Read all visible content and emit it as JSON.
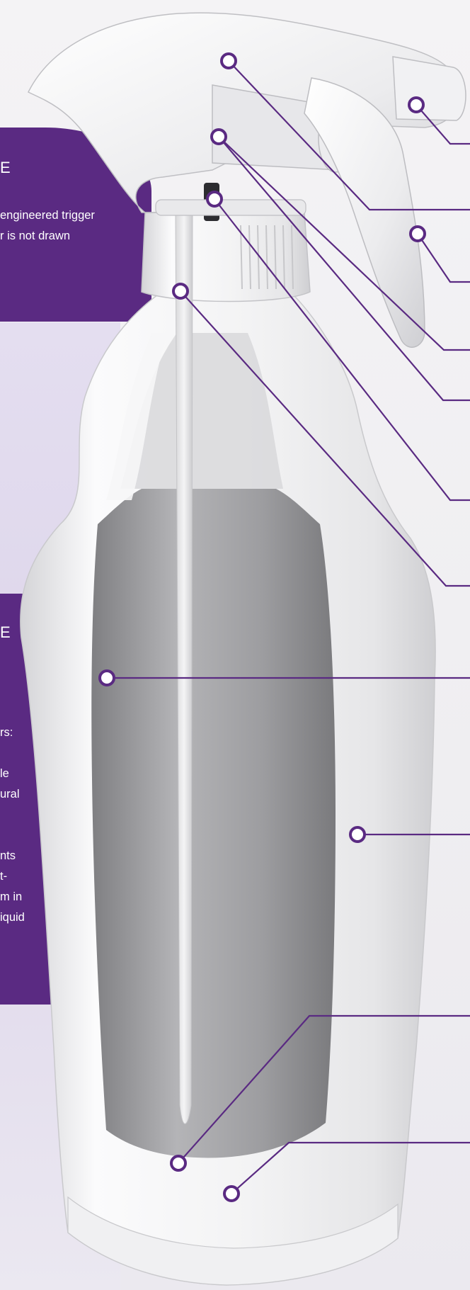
{
  "panels": {
    "top": {
      "heading": "E",
      "line1": "engineered trigger",
      "line2": "r is not drawn"
    },
    "bottom": {
      "heading": "E",
      "line1": "rs:",
      "line2": "le",
      "line3": "ural",
      "line4": "nts",
      "line5": "t-",
      "line6": "m in",
      "line7": "iquid"
    }
  },
  "colors": {
    "accent": "#5a2a82",
    "bottle": "#f7f7f8",
    "liquid": "#9a9a9c"
  },
  "callouts": [
    {
      "name": "callout-nozzle-tip"
    },
    {
      "name": "callout-trigger-head"
    },
    {
      "name": "callout-trigger-lever"
    },
    {
      "name": "callout-pump-chamber-a"
    },
    {
      "name": "callout-pump-chamber-b"
    },
    {
      "name": "callout-dip-tube-top"
    },
    {
      "name": "callout-bottle-neck"
    },
    {
      "name": "callout-liquid-fill"
    },
    {
      "name": "callout-bottle-wall"
    },
    {
      "name": "callout-dip-tube-bottom"
    },
    {
      "name": "callout-bottle-base"
    }
  ]
}
